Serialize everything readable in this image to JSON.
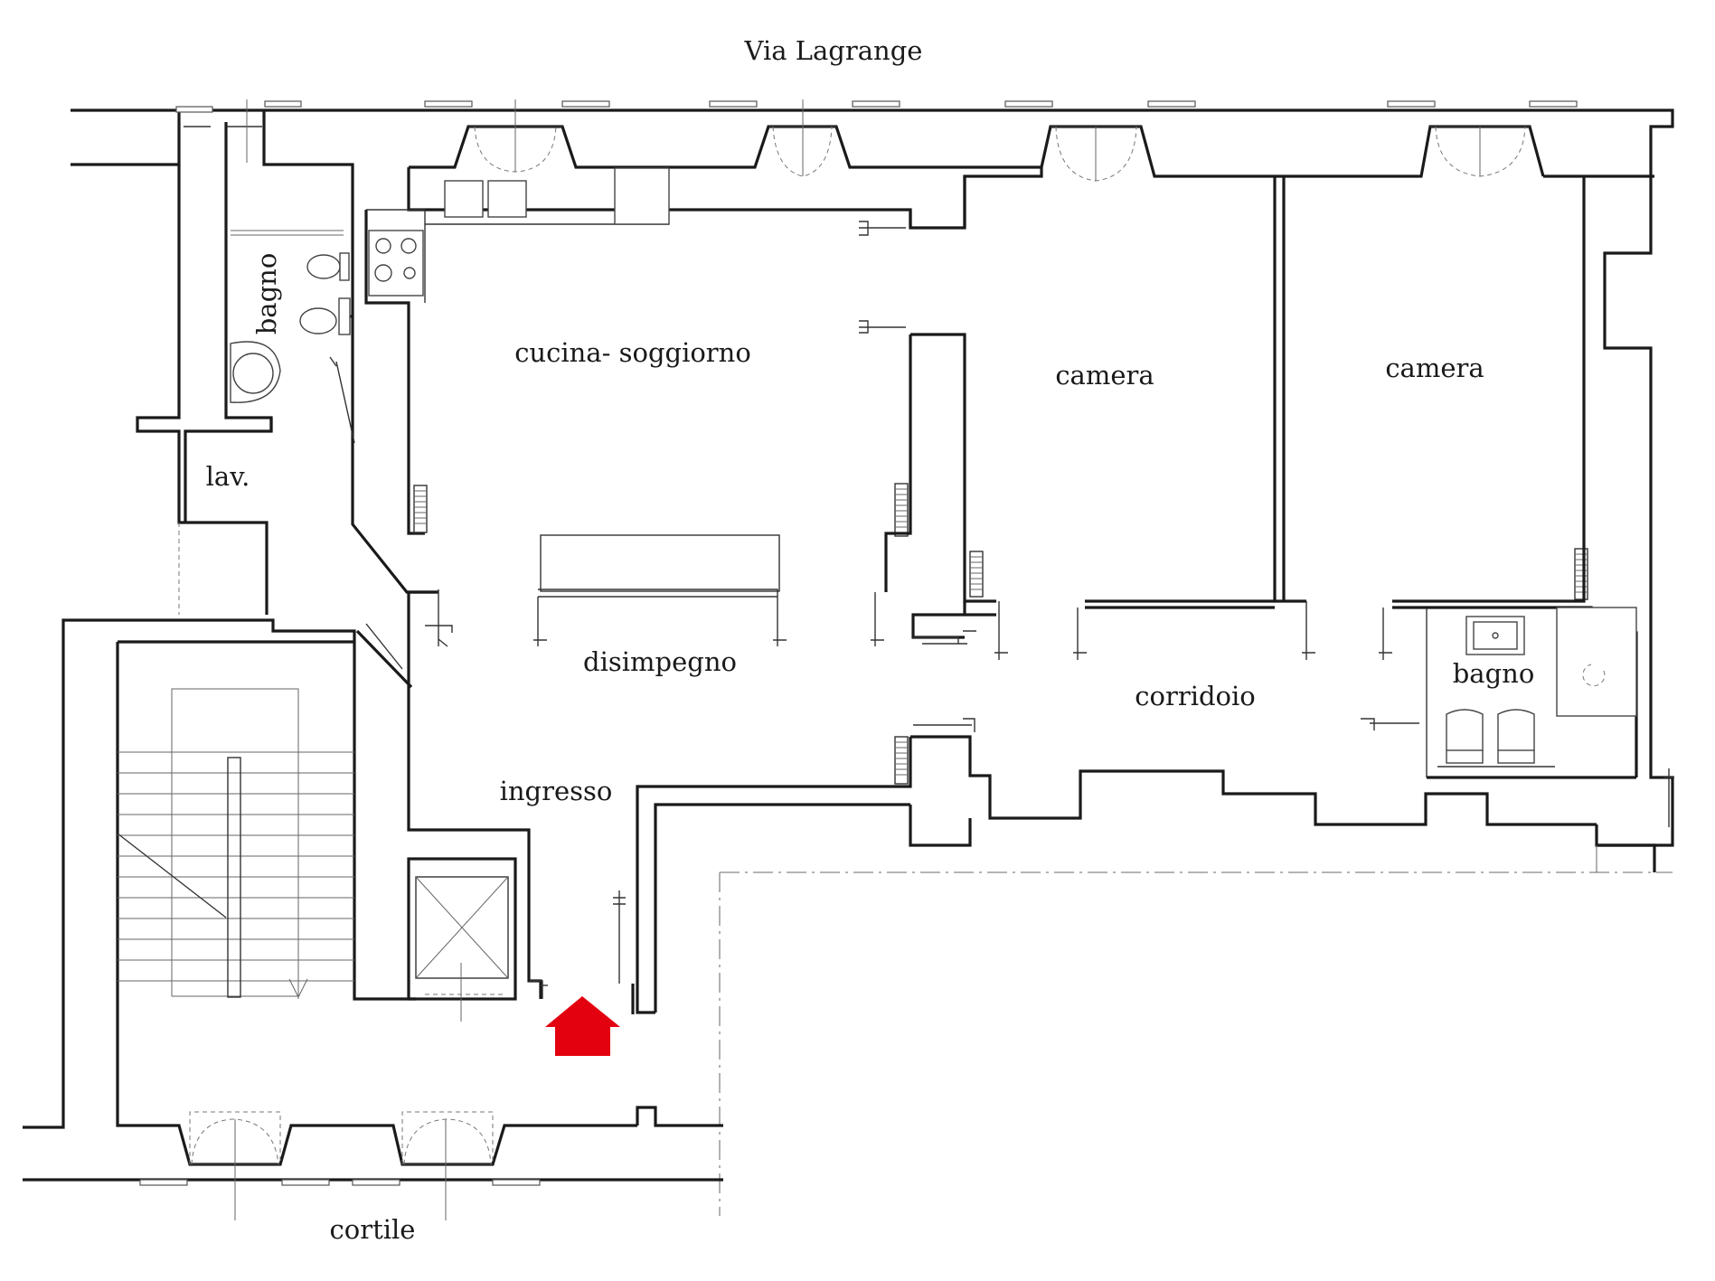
{
  "street_label": "Via Lagrange",
  "courtyard_label": "cortile",
  "rooms": {
    "bath_left": "bagno",
    "laundry": "lav.",
    "kitchen_living": "cucina- soggiorno",
    "bedroom_1": "camera",
    "bedroom_2": "camera",
    "hallway": "disimpegno",
    "corridor": "corridoio",
    "bath_right": "bagno",
    "entrance": "ingresso"
  },
  "colors": {
    "walls": "#1a1a1a",
    "entrance_arrow": "#e3000f",
    "background": "#ffffff"
  },
  "icons": {
    "entrance_arrow": "arrow-up-icon"
  }
}
